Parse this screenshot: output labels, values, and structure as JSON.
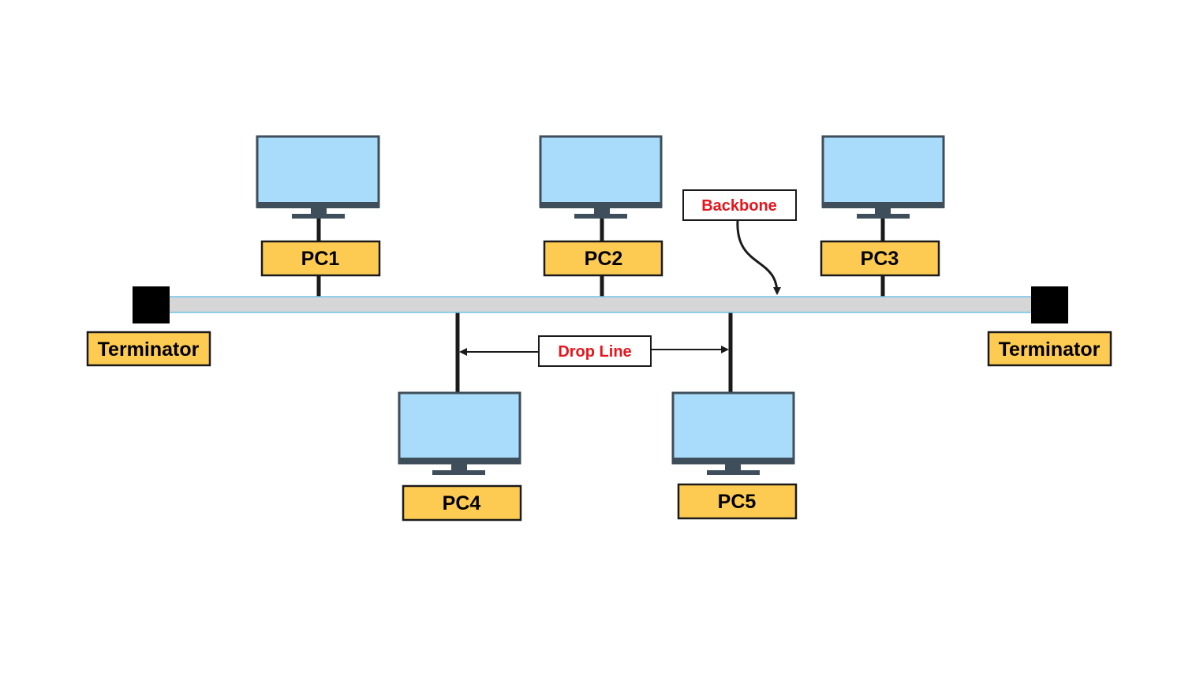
{
  "diagram": {
    "computers": [
      {
        "id": "pc1",
        "label": "PC1"
      },
      {
        "id": "pc2",
        "label": "PC2"
      },
      {
        "id": "pc3",
        "label": "PC3"
      },
      {
        "id": "pc4",
        "label": "PC4"
      },
      {
        "id": "pc5",
        "label": "PC5"
      }
    ],
    "terminators": {
      "left": "Terminator",
      "right": "Terminator"
    },
    "callouts": {
      "backbone": "Backbone",
      "drop_line": "Drop Line"
    },
    "colors": {
      "screen_fill": "#a8dcfa",
      "screen_border": "#3e4e5a",
      "label_fill": "#fecb52",
      "backbone_fill": "#d6d6d6",
      "backbone_edge": "#6fc3ea",
      "callout_text": "#e8141b",
      "terminator": "#000000",
      "cable": "#1a1a1a"
    }
  }
}
